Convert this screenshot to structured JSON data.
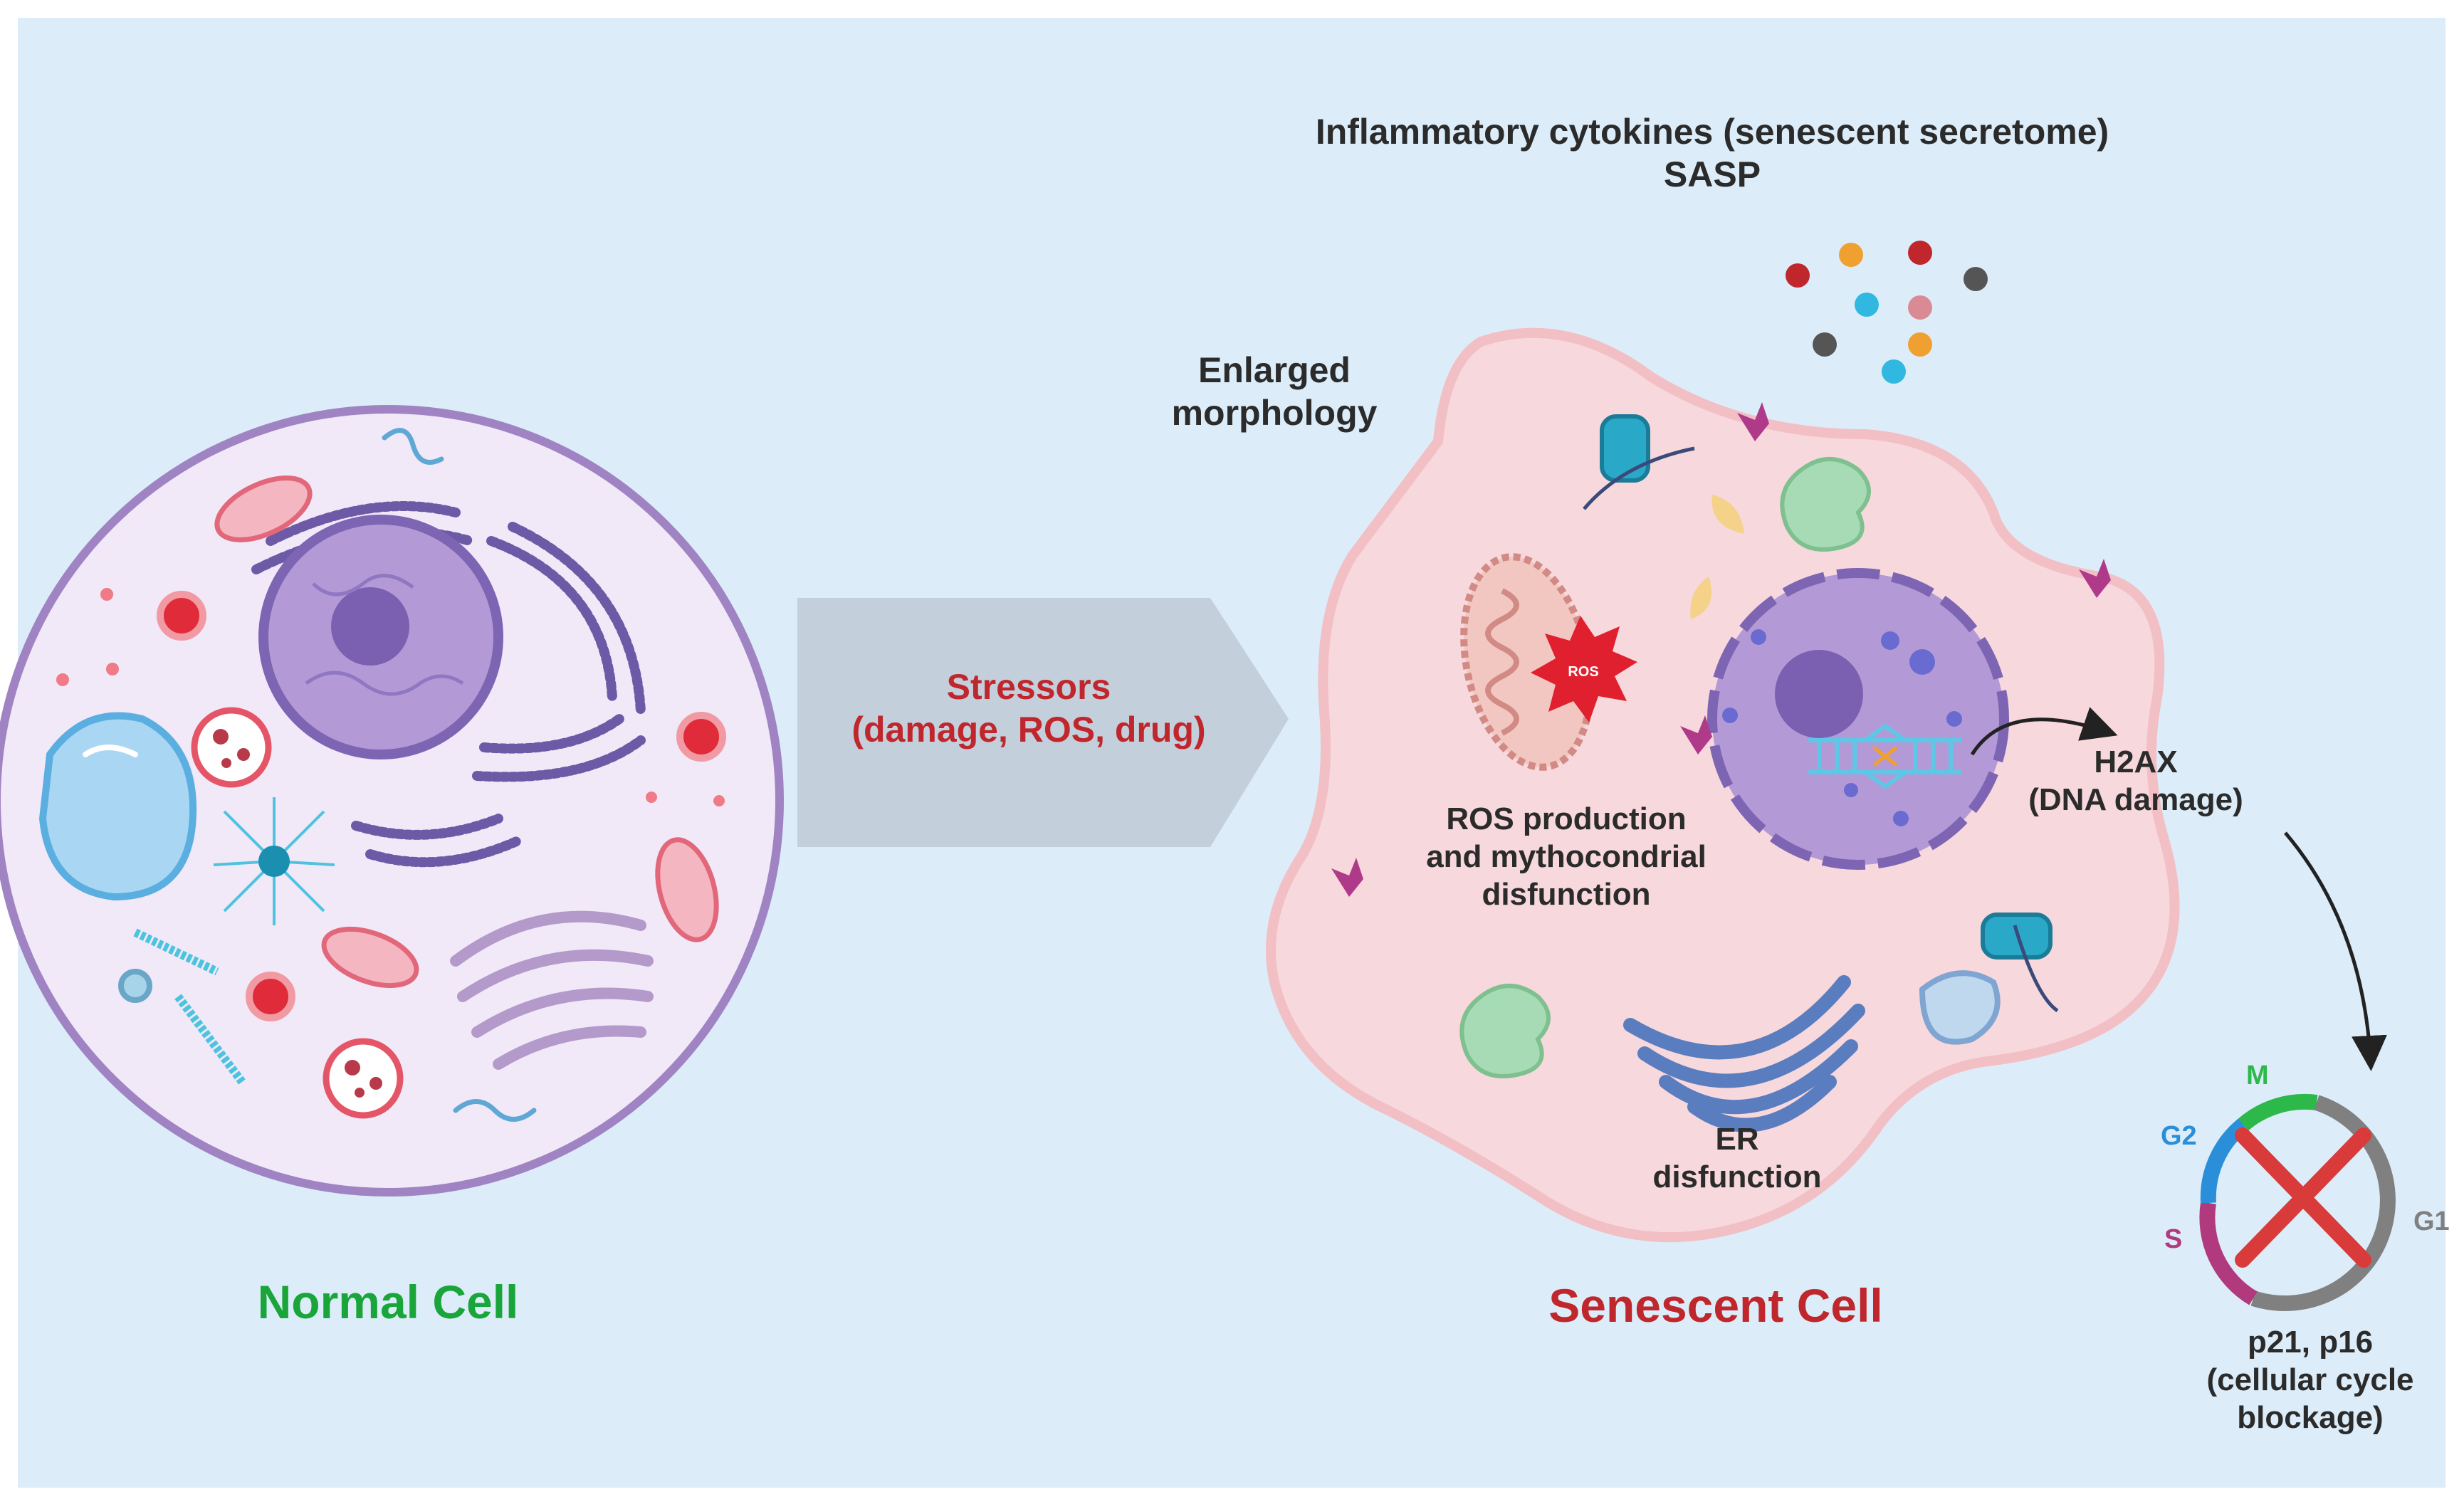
{
  "labels": {
    "normal_cell": "Normal Cell",
    "senescent_cell": "Senescent Cell",
    "stressors": [
      "Stressors",
      "(damage, ROS, drug)"
    ],
    "secretome": [
      "Inflammatory cytokines (senescent secretome)",
      "SASP"
    ],
    "morphology": [
      "Enlarged",
      "morphology"
    ],
    "ros_text": [
      "ROS production",
      "and mythocondrial",
      "disfunction"
    ],
    "ros_badge": "ROS",
    "h2ax": [
      "H2AX",
      "(DNA damage)"
    ],
    "er": [
      "ER",
      "disfunction"
    ],
    "p21": [
      "p21, p16",
      "(cellular cycle",
      "blockage)"
    ]
  },
  "cell_cycle": {
    "phases": [
      {
        "name": "M",
        "color": "#2db84a"
      },
      {
        "name": "G2",
        "color": "#2a8fd8"
      },
      {
        "name": "S",
        "color": "#b03a7d"
      },
      {
        "name": "G1",
        "color": "#808080"
      }
    ],
    "block_mark_color": "#d93a3a"
  },
  "colors": {
    "background": "#dcedf9",
    "normal_title": "#1aa53a",
    "senescent_title": "#c0272d",
    "stressors_text": "#c0272d",
    "normal_cell_fill": "#f1e9f8",
    "normal_cell_border": "#a083c3",
    "senescent_cell_fill": "#f7d8dc",
    "senescent_cell_border": "#f2bfc5",
    "nucleus": "#9a7dbf",
    "arrow": "#c4cfdc"
  }
}
